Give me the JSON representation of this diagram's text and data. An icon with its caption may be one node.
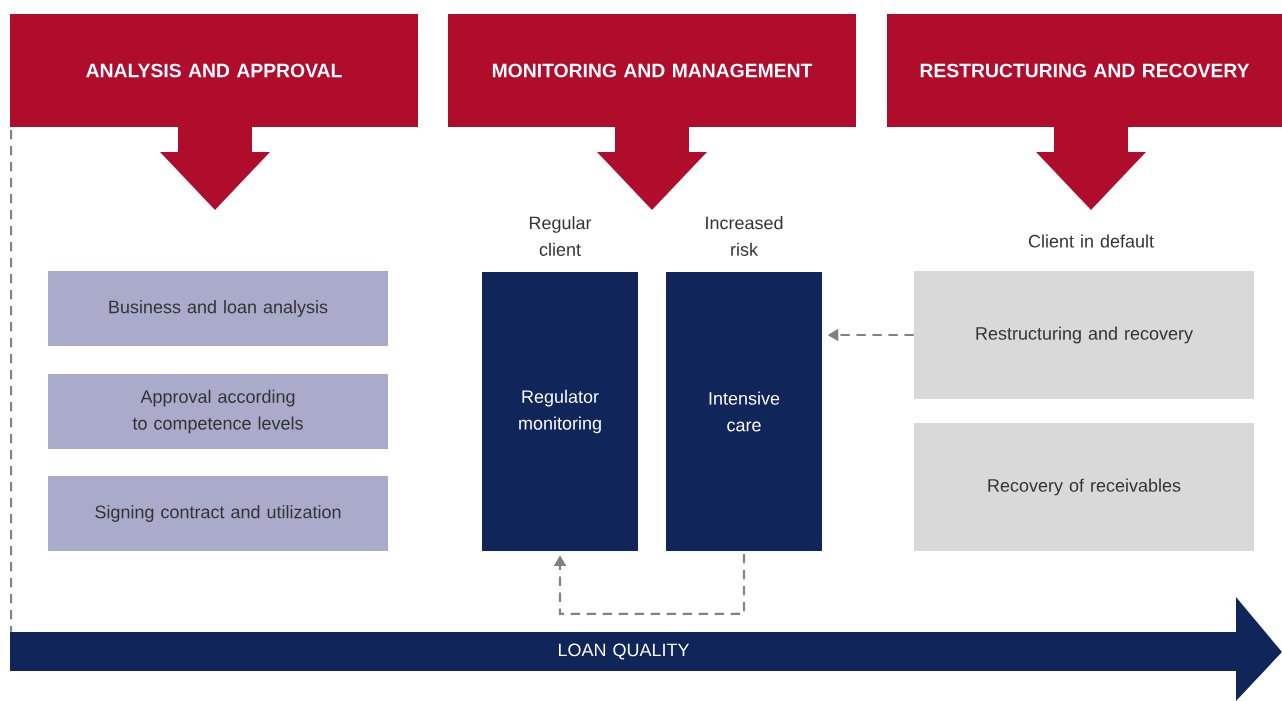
{
  "diagram": {
    "nodes": [
      {
        "text": [
          "ANALYSIS AND APPROVAL"
        ]
      },
      {
        "text": [
          "MONITORING AND MANAGEMENT"
        ]
      },
      {
        "text": [
          "RESTRUCTURING AND RECOVERY"
        ]
      },
      {
        "text": [
          "Business and loan analysis"
        ]
      },
      {
        "text": [
          "Approval according to competence levels"
        ]
      },
      {
        "text": [
          "Signing contract and utilization"
        ]
      },
      {
        "text": [
          "Regulator monitoring"
        ],
        "beside": [
          "Regular client"
        ]
      },
      {
        "text": [
          "Intensive care"
        ],
        "beside": [
          "Increased risk"
        ]
      },
      {
        "text": [
          "Restructuring and recovery"
        ],
        "beside": [
          "Client in default"
        ]
      },
      {
        "text": [
          "Recovery of receivables"
        ]
      },
      {
        "text": [
          "LOAN QUALITY"
        ]
      }
    ],
    "edges": [
      {
        "from": 8,
        "to": 7,
        "arrow": "to",
        "style": "dashed"
      },
      {
        "from": 7,
        "to": 6,
        "arrow": "to",
        "style": "dashed"
      },
      {
        "from": 0,
        "to": 10,
        "arrow": "none",
        "style": "dashed"
      }
    ]
  }
}
